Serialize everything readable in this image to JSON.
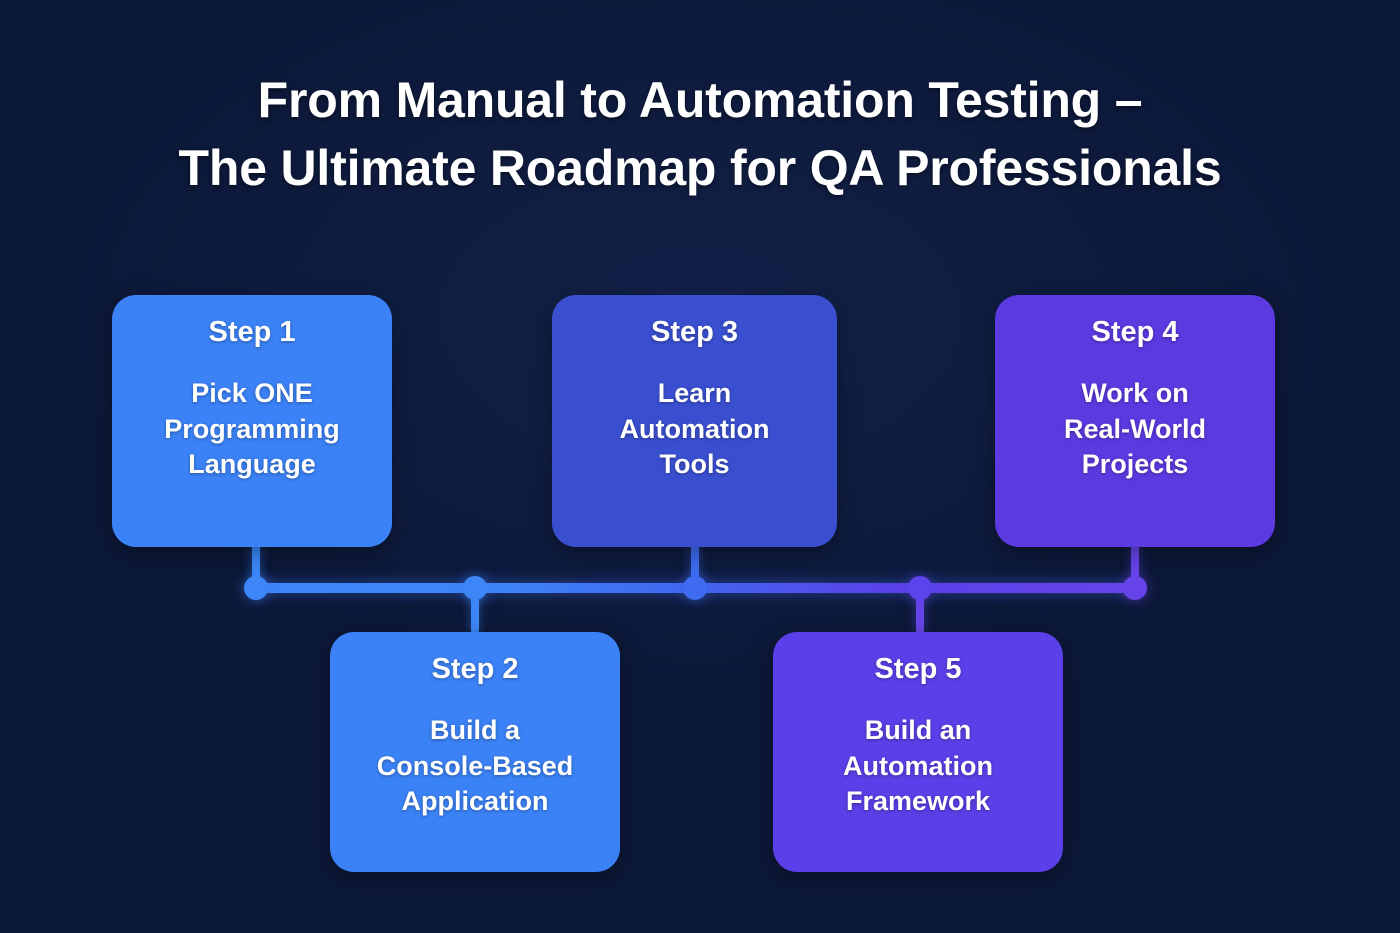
{
  "background_color": "#0c1838",
  "title": {
    "line1": "From Manual to Automation Testing –",
    "line2": "The Ultimate Roadmap for QA Professionals"
  },
  "diagram_data": {
    "type": "roadmap",
    "orientation": "horizontal-timeline",
    "node_count": 5,
    "rail_gradient": [
      "#3d86f8",
      "#4068ef",
      "#6744ea"
    ],
    "steps": [
      {
        "id": "step-1",
        "label": "Step 1",
        "description": "Pick ONE Programming Language",
        "description_lines": [
          "Pick ONE",
          "Programming",
          "Language"
        ],
        "color": "#3b82f6",
        "position": "above"
      },
      {
        "id": "step-2",
        "label": "Step 2",
        "description": "Build a Console-Based Application",
        "description_lines": [
          "Build a",
          "Console-Based",
          "Application"
        ],
        "color": "#3b82f6",
        "position": "below"
      },
      {
        "id": "step-3",
        "label": "Step 3",
        "description": "Learn Automation Tools",
        "description_lines": [
          "Learn",
          "Automation",
          "Tools"
        ],
        "color": "#3a4fd0",
        "position": "above"
      },
      {
        "id": "step-4",
        "label": "Step 4",
        "description": "Work on Real-World Projects",
        "description_lines": [
          "Work on",
          "Real-World",
          "Projects"
        ],
        "color": "#5b3ae0",
        "position": "above"
      },
      {
        "id": "step-5",
        "label": "Step 5",
        "description": "Build an Automation Framework",
        "description_lines": [
          "Build an",
          "Automation",
          "Framework"
        ],
        "color": "#5b3fe8",
        "position": "below"
      }
    ]
  }
}
